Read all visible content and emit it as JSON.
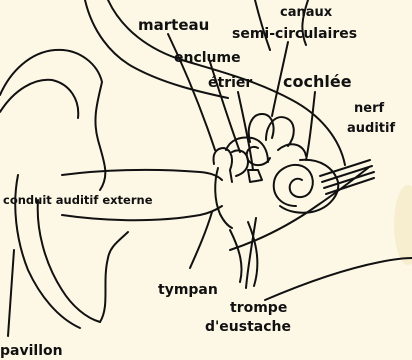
{
  "labels": {
    "marteau": "marteau",
    "canaux_line1": "canaux",
    "canaux_line2": "semi-circulaires",
    "enclume": "enclume",
    "etrier": "étrier",
    "cochlee": "cochlée",
    "nerf_line1": "nerf",
    "nerf_line2": "auditif",
    "conduit": "conduit auditif externe",
    "tympan": "tympan",
    "trompe_line1": "trompe",
    "trompe_line2": "d'eustache",
    "pavillon": "pavillon"
  },
  "colors": {
    "background": "#fdf8e6",
    "ink": "#111111",
    "accent_glow": "#f4e8c4"
  }
}
